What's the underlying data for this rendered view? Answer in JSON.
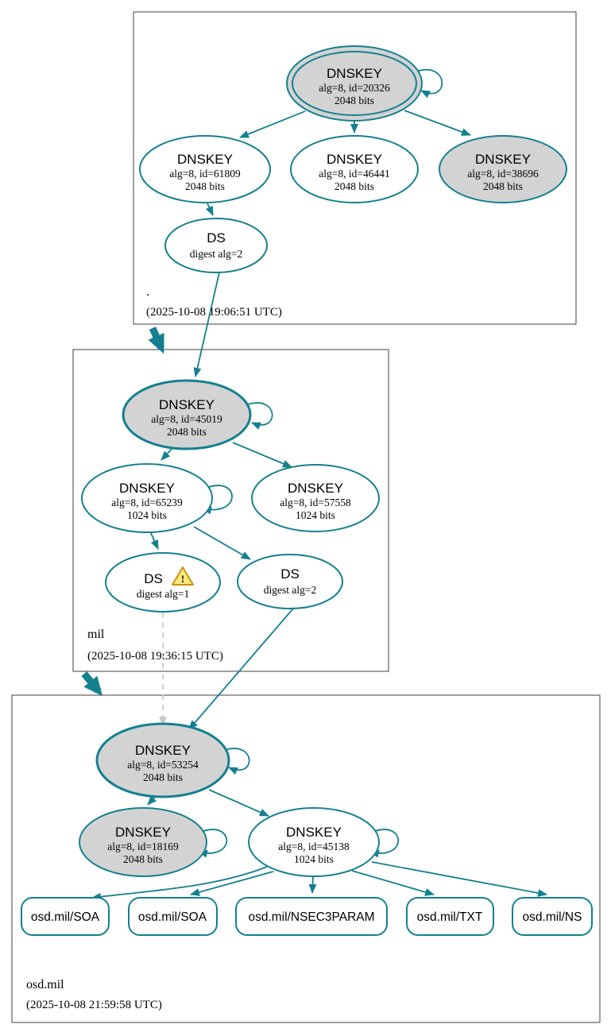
{
  "colors": {
    "accent": "#14808f",
    "ksk_fill": "#d3d3d3",
    "insecure_edge": "#c9c9c9",
    "warning_fill": "#ffe97f",
    "warning_border": "#c8920a"
  },
  "zones": [
    {
      "name": ".",
      "timestamp": "(2025-10-08 19:06:51 UTC)",
      "keys": [
        {
          "title": "DNSKEY",
          "meta": "alg=8, id=20326",
          "bits": "2048 bits"
        },
        {
          "title": "DNSKEY",
          "meta": "alg=8, id=61809",
          "bits": "2048 bits"
        },
        {
          "title": "DNSKEY",
          "meta": "alg=8, id=46441",
          "bits": "2048 bits"
        },
        {
          "title": "DNSKEY",
          "meta": "alg=8, id=38696",
          "bits": "2048 bits"
        }
      ],
      "ds": [
        {
          "title": "DS",
          "meta": "digest alg=2"
        }
      ]
    },
    {
      "name": "mil",
      "timestamp": "(2025-10-08 19:36:15 UTC)",
      "keys": [
        {
          "title": "DNSKEY",
          "meta": "alg=8, id=45019",
          "bits": "2048 bits"
        },
        {
          "title": "DNSKEY",
          "meta": "alg=8, id=65239",
          "bits": "1024 bits"
        },
        {
          "title": "DNSKEY",
          "meta": "alg=8, id=57558",
          "bits": "1024 bits"
        }
      ],
      "ds": [
        {
          "title": "DS",
          "meta": "digest alg=1",
          "warning": "!"
        },
        {
          "title": "DS",
          "meta": "digest alg=2"
        }
      ]
    },
    {
      "name": "osd.mil",
      "timestamp": "(2025-10-08 21:59:58 UTC)",
      "keys": [
        {
          "title": "DNSKEY",
          "meta": "alg=8, id=53254",
          "bits": "2048 bits"
        },
        {
          "title": "DNSKEY",
          "meta": "alg=8, id=18169",
          "bits": "2048 bits"
        },
        {
          "title": "DNSKEY",
          "meta": "alg=8, id=45138",
          "bits": "1024 bits"
        }
      ],
      "rrsets": [
        {
          "label": "osd.mil/SOA"
        },
        {
          "label": "osd.mil/SOA"
        },
        {
          "label": "osd.mil/NSEC3PARAM"
        },
        {
          "label": "osd.mil/TXT"
        },
        {
          "label": "osd.mil/NS"
        }
      ]
    }
  ]
}
